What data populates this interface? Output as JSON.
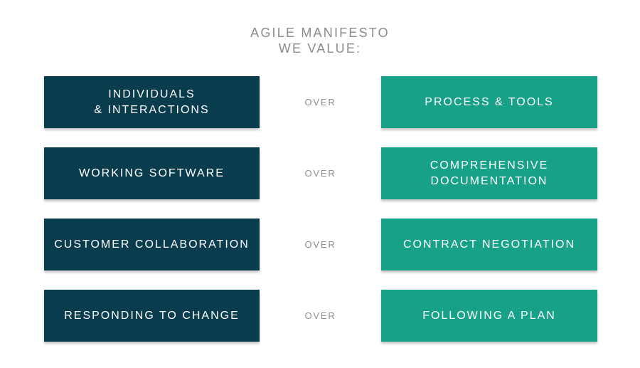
{
  "title": {
    "line1": "AGILE MANIFESTO",
    "line2": "WE VALUE:"
  },
  "rows": [
    {
      "left": "INDIVIDUALS\n& INTERACTIONS",
      "over": "OVER",
      "right": "PROCESS & TOOLS"
    },
    {
      "left": "WORKING SOFTWARE",
      "over": "OVER",
      "right": "COMPREHENSIVE\nDOCUMENTATION"
    },
    {
      "left": "CUSTOMER COLLABORATION",
      "over": "OVER",
      "right": "CONTRACT NEGOTIATION"
    },
    {
      "left": "RESPONDING TO CHANGE",
      "over": "OVER",
      "right": "FOLLOWING A PLAN"
    }
  ],
  "colors": {
    "background": "#ffffff",
    "left_box": "#093c4d",
    "right_box": "#18a189",
    "title_text": "#8b8b8b",
    "over_text": "#8f8f8f",
    "box_text": "#ffffff"
  }
}
